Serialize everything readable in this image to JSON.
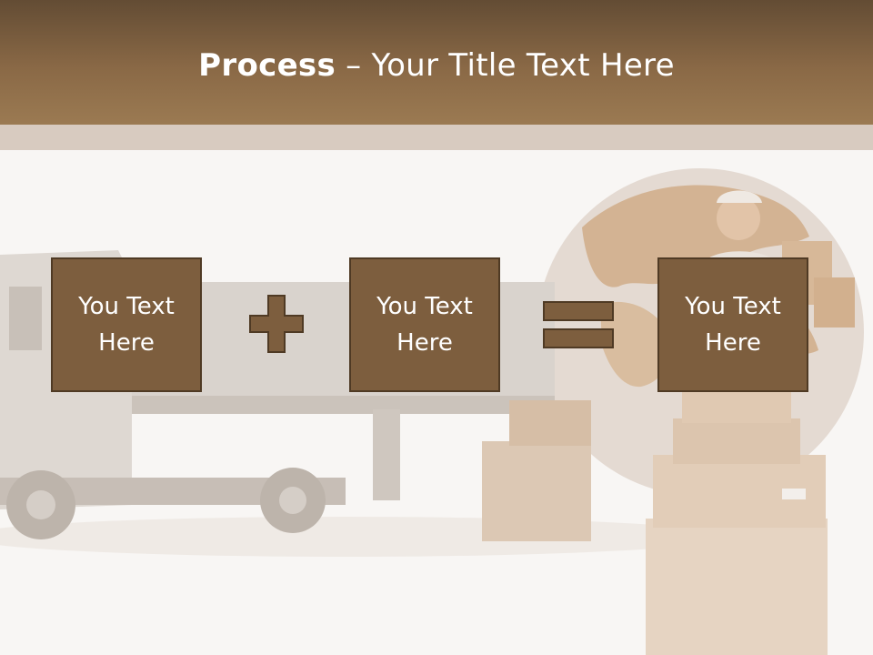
{
  "header": {
    "title_bold": "Process",
    "title_rest": " – Your Title Text Here"
  },
  "boxes": [
    {
      "text": "You Text Here"
    },
    {
      "text": "You Text Here"
    },
    {
      "text": "You Text Here"
    }
  ],
  "operators": {
    "first": "plus-icon",
    "second": "equals-icon"
  },
  "colors": {
    "header": "#8a6946",
    "box_fill": "#7d5e3e",
    "box_border": "#4f3a24",
    "band": "#d8cbc0"
  }
}
